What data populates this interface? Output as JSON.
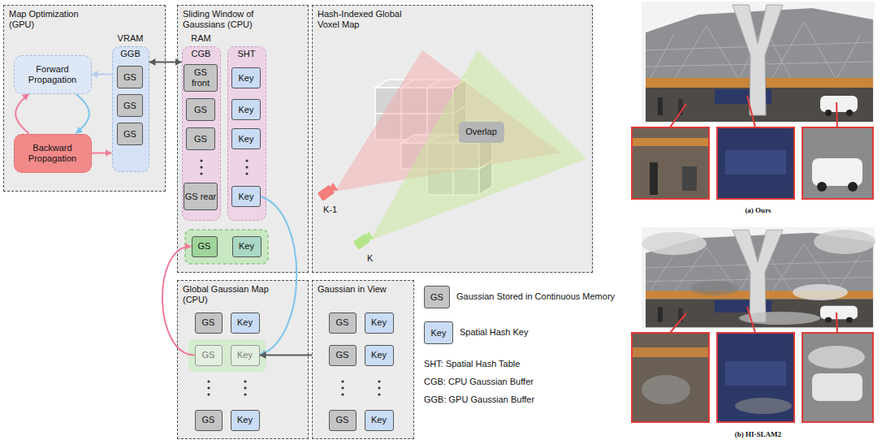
{
  "diagram": {
    "nodes": [
      {
        "text": [
          "Map Optimization (GPU)"
        ]
      },
      {
        "text": [
          "Forward Propagation"
        ],
        "in": 0
      },
      {
        "text": [
          "Backward Propagation"
        ],
        "in": 0
      },
      {
        "text": [
          "VRAM",
          "GGB"
        ],
        "in": 0
      },
      {
        "text": [
          "GS"
        ],
        "in": 3
      },
      {
        "text": [
          "GS"
        ],
        "in": 3
      },
      {
        "text": [
          "GS"
        ],
        "in": 3
      },
      {
        "text": [
          "Sliding Window of Gaussians (CPU)"
        ]
      },
      {
        "text": [
          "RAM",
          "CGB"
        ],
        "in": 7
      },
      {
        "text": [
          "GS front"
        ],
        "in": 8
      },
      {
        "text": [
          "GS"
        ],
        "in": 8
      },
      {
        "text": [
          "GS"
        ],
        "in": 8
      },
      {
        "text": [
          "GS rear"
        ],
        "in": 8
      },
      {
        "text": [
          "SHT"
        ],
        "in": 7
      },
      {
        "text": [
          "Key"
        ],
        "in": 13
      },
      {
        "text": [
          "Key"
        ],
        "in": 13
      },
      {
        "text": [
          "Key"
        ],
        "in": 13
      },
      {
        "text": [
          "Key"
        ],
        "in": 13
      },
      {
        "text": [
          "GS"
        ],
        "in": 7
      },
      {
        "text": [
          "Key"
        ],
        "in": 7
      },
      {
        "text": [
          "Hash-Indexed Global Voxel Map"
        ]
      },
      {
        "text": [
          "Overlap"
        ],
        "in": 20
      },
      {
        "text": [
          "Global Gaussian Map (CPU)"
        ]
      },
      {
        "text": [
          "GS"
        ],
        "in": 22
      },
      {
        "text": [
          "Key"
        ],
        "in": 22
      },
      {
        "text": [
          "GS"
        ],
        "in": 22
      },
      {
        "text": [
          "Key"
        ],
        "in": 22
      },
      {
        "text": [
          "GS"
        ],
        "in": 22
      },
      {
        "text": [
          "Key"
        ],
        "in": 22
      },
      {
        "text": [
          "Gaussian in View"
        ]
      },
      {
        "text": [
          "GS"
        ],
        "in": 29
      },
      {
        "text": [
          "Key"
        ],
        "in": 29
      },
      {
        "text": [
          "GS"
        ],
        "in": 29
      },
      {
        "text": [
          "Key"
        ],
        "in": 29
      },
      {
        "text": [
          "GS"
        ],
        "in": 29
      },
      {
        "text": [
          "Key"
        ],
        "in": 29
      }
    ],
    "edges": [
      {
        "from": 1,
        "to": 2,
        "arrow": "to"
      },
      {
        "from": 2,
        "to": 1,
        "arrow": "to"
      },
      {
        "from": 3,
        "to": 1,
        "arrow": "to"
      },
      {
        "from": 2,
        "to": 3,
        "arrow": "to"
      },
      {
        "from": 3,
        "to": 8,
        "arrow": "both"
      },
      {
        "from": 17,
        "to": 26,
        "arrow": "to"
      },
      {
        "from": 25,
        "to": 18,
        "arrow": "to"
      },
      {
        "from": 29,
        "to": 26,
        "arrow": "to"
      }
    ],
    "labels": [
      "K-1",
      "K",
      "GS",
      "Key",
      "SHT: Spatial Hash Table",
      "CGB: CPU Gaussian Buffer",
      "GGB: GPU Gaussian Buffer",
      "(a) Ours",
      "(b) HI-SLAM2"
    ],
    "legend": [
      {
        "text": "Gaussian Stored in Continuous Memory",
        "color": "#c4c4c4"
      },
      {
        "text": "Spatial Hash Key",
        "color": "#c9dcf4"
      }
    ]
  }
}
